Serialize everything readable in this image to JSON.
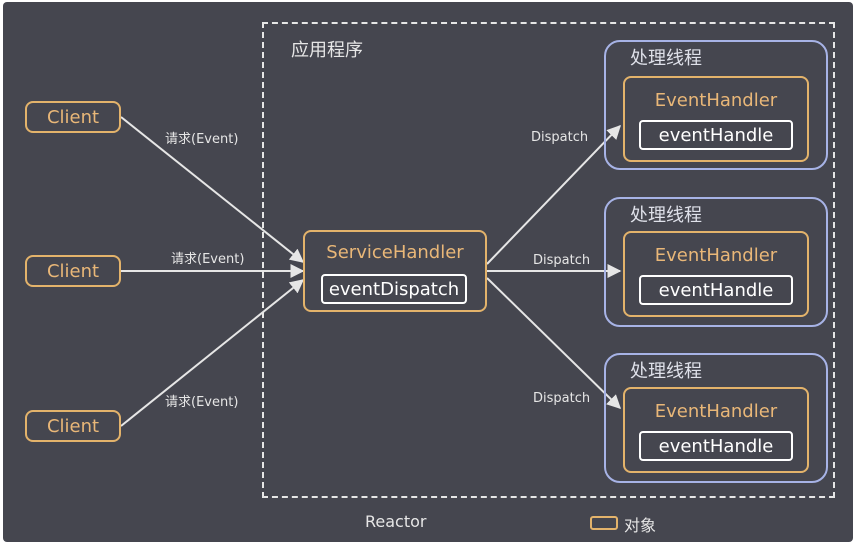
{
  "reactor_label": "Reactor",
  "application_label": "应用程序",
  "legend": {
    "label": "对象"
  },
  "clients": [
    {
      "label": "Client",
      "edge_label": "请求(Event)"
    },
    {
      "label": "Client",
      "edge_label": "请求(Event)"
    },
    {
      "label": "Client",
      "edge_label": "请求(Event)"
    }
  ],
  "service_handler": {
    "title": "ServiceHandler",
    "method": "eventDispatch"
  },
  "handler_threads": [
    {
      "thread_label": "处理线程",
      "title": "EventHandler",
      "method": "eventHandle",
      "edge_label": "Dispatch"
    },
    {
      "thread_label": "处理线程",
      "title": "EventHandler",
      "method": "eventHandle",
      "edge_label": "Dispatch"
    },
    {
      "thread_label": "处理线程",
      "title": "EventHandler",
      "method": "eventHandle",
      "edge_label": "Dispatch"
    }
  ],
  "colors": {
    "background": "#45464f",
    "object_border": "#e3b36b",
    "object_text": "#e9b778",
    "thread_border": "#a7b3e6",
    "line": "#e6e6e6"
  }
}
